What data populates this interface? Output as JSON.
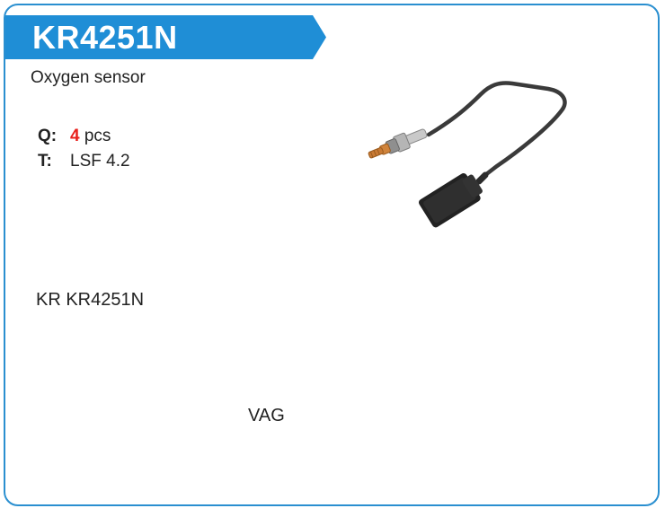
{
  "part_number": "KR4251N",
  "description": "Oxygen sensor",
  "specs": {
    "q_label": "Q:",
    "q_value": "4",
    "q_unit": "pcs",
    "t_label": "T:",
    "t_value": "LSF 4.2"
  },
  "brand_code": "KR KR4251N",
  "vehicle_make": "VAG",
  "colors": {
    "banner": "#1f8ed6",
    "border": "#2a8fd0",
    "quantity": "#e8201c"
  },
  "image_icon": "oxygen-sensor-with-cable-and-connector"
}
